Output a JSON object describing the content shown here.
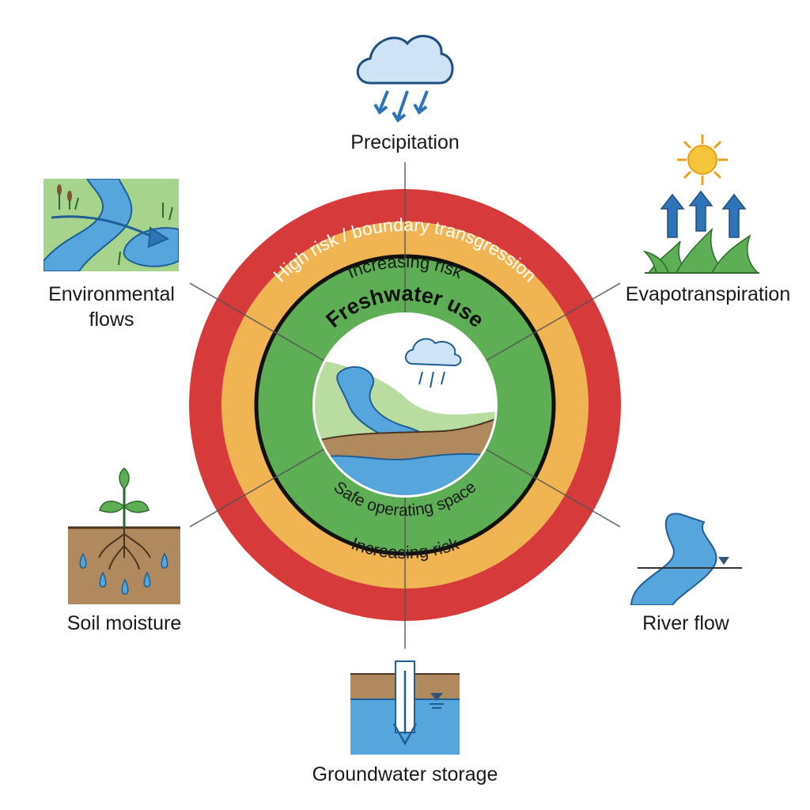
{
  "center": {
    "title": "Freshwater use",
    "safe_label": "Safe operating space",
    "inner_risk_top": "Increasing risk",
    "inner_risk_bottom": "Increasing risk",
    "outer_ring_label": "High risk / boundary transgression"
  },
  "components": {
    "precipitation": "Precipitation",
    "evapotranspiration": "Evapotranspiration",
    "river_flow": "River flow",
    "groundwater_storage": "Groundwater storage",
    "soil_moisture": "Soil moisture",
    "environmental_flows_line1": "Environmental",
    "environmental_flows_line2": "flows"
  },
  "colors": {
    "high_risk": "#d63a3a",
    "increasing_risk": "#f0b453",
    "safe_space": "#5eae55",
    "water": "#56a6dd",
    "soil": "#b08a5e",
    "boundary": "#111111"
  }
}
